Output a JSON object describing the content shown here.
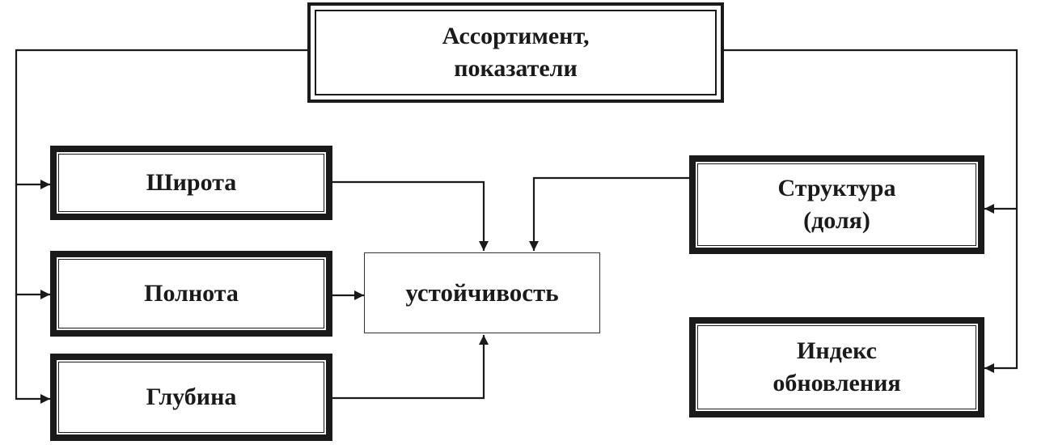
{
  "nodes": {
    "assortment": {
      "label": "Ассортимент,\nпоказатели"
    },
    "width": {
      "label": "Широта"
    },
    "fullness": {
      "label": "Полнота"
    },
    "depth": {
      "label": "Глубина"
    },
    "stability": {
      "label": "устойчивость"
    },
    "structure": {
      "label": "Структура\n(доля)"
    },
    "renewal": {
      "label": "Индекс\nобновления"
    }
  },
  "edges": [
    {
      "from": "assortment",
      "to": "width"
    },
    {
      "from": "assortment",
      "to": "fullness"
    },
    {
      "from": "assortment",
      "to": "depth"
    },
    {
      "from": "assortment",
      "to": "structure"
    },
    {
      "from": "assortment",
      "to": "renewal"
    },
    {
      "from": "width",
      "to": "stability"
    },
    {
      "from": "fullness",
      "to": "stability"
    },
    {
      "from": "depth",
      "to": "stability"
    },
    {
      "from": "structure",
      "to": "stability"
    }
  ]
}
